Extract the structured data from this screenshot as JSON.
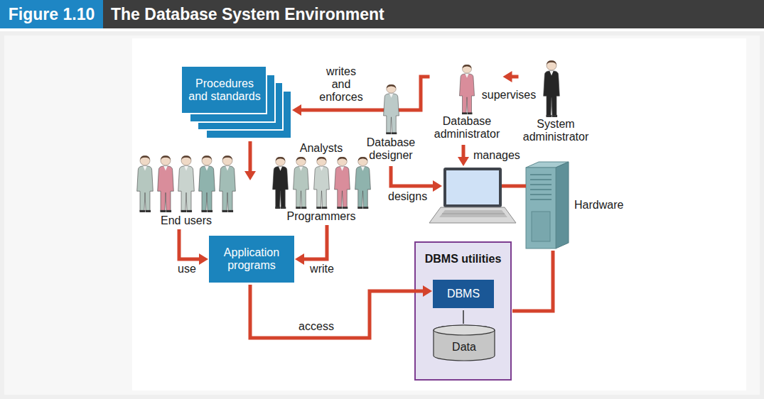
{
  "diagram": {
    "title": "The Database System Environment",
    "nodes": [
      {
        "text": [
          "Procedures and standards"
        ]
      },
      {
        "text": [
          "Database administrator"
        ]
      },
      {
        "text": [
          "System administrator"
        ]
      },
      {
        "text": [
          "Database designer"
        ]
      },
      {
        "text": [
          "End users"
        ]
      },
      {
        "text": [
          "Analysts",
          "Programmers"
        ]
      },
      {
        "text": [
          "Hardware"
        ]
      },
      {
        "text": [
          "Application programs"
        ]
      },
      {
        "text": [
          "DBMS utilities"
        ]
      },
      {
        "text": [
          "DBMS"
        ],
        "in": 8
      },
      {
        "text": [
          "Data"
        ],
        "in": 8
      }
    ],
    "edges": [
      {
        "from": 1,
        "to": 0,
        "label": "writes and enforces",
        "arrow": "to"
      },
      {
        "from": 2,
        "to": 1,
        "label": "supervises",
        "arrow": "to"
      },
      {
        "from": 4,
        "to": 7,
        "label": "use",
        "arrow": "to"
      },
      {
        "from": 5,
        "to": 7,
        "label": "write",
        "arrow": "to"
      },
      {
        "from": 7,
        "to": 9,
        "label": "access",
        "arrow": "to"
      },
      {
        "from": 6,
        "to": 8,
        "arrow": "none"
      },
      {
        "from": 9,
        "to": 10,
        "arrow": "none"
      }
    ],
    "labels": [
      "Figure 1.10",
      "designs",
      "manages"
    ]
  }
}
